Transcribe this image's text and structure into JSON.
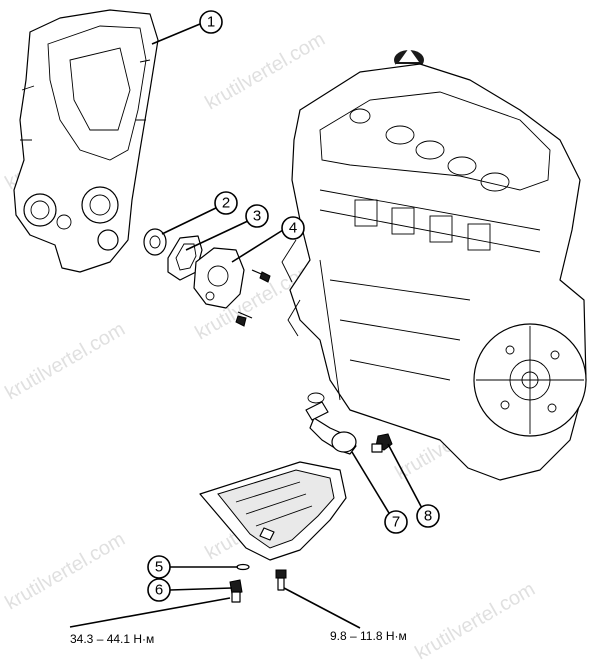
{
  "callouts": [
    {
      "id": "1",
      "label": "1"
    },
    {
      "id": "2",
      "label": "2"
    },
    {
      "id": "3",
      "label": "3"
    },
    {
      "id": "4",
      "label": "4"
    },
    {
      "id": "5",
      "label": "5"
    },
    {
      "id": "6",
      "label": "6"
    },
    {
      "id": "7",
      "label": "7"
    },
    {
      "id": "8",
      "label": "8"
    }
  ],
  "torque": {
    "left": "34.3 – 44.1 Н·м",
    "right": "9.8 – 11.8 Н·м"
  },
  "watermark": {
    "text": "krutilvertel.com"
  },
  "logo": {
    "name": "logo-badge-icon"
  }
}
